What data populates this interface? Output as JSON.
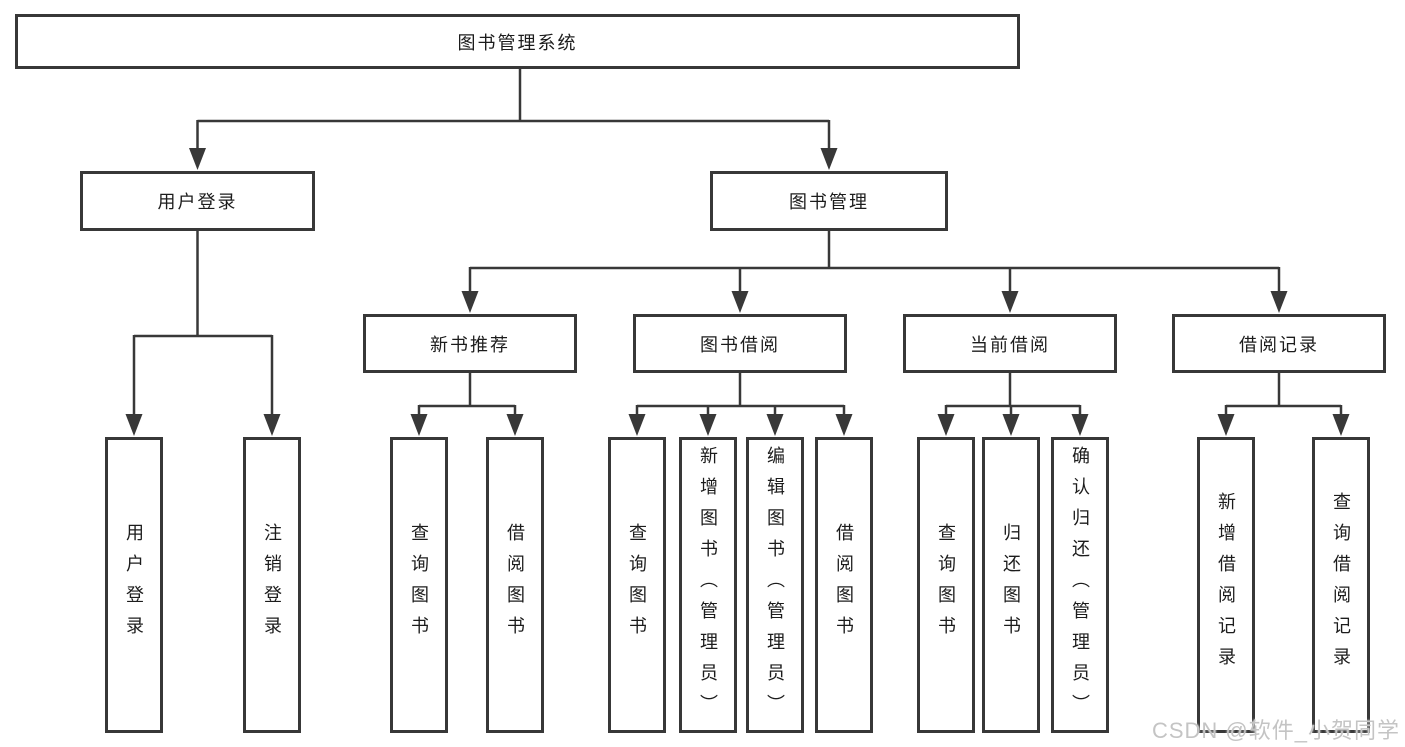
{
  "colors": {
    "line": "#383838",
    "box_border": "#383838",
    "box_background": "#ffffff",
    "text": "#1c1c1c",
    "watermark": "#c4c4c4"
  },
  "tree": {
    "root": {
      "label": "图书管理系统"
    },
    "level2": [
      {
        "label": "用户登录",
        "leaves": [
          {
            "label": "用户登录"
          },
          {
            "label": "注销登录"
          }
        ]
      },
      {
        "label": "图书管理",
        "sections": [
          {
            "label": "新书推荐",
            "leaves": [
              {
                "label": "查询图书"
              },
              {
                "label": "借阅图书"
              }
            ]
          },
          {
            "label": "图书借阅",
            "leaves": [
              {
                "label": "查询图书"
              },
              {
                "label": "新增图书（管理员）"
              },
              {
                "label": "编辑图书（管理员）"
              },
              {
                "label": "借阅图书"
              }
            ]
          },
          {
            "label": "当前借阅",
            "leaves": [
              {
                "label": "查询图书"
              },
              {
                "label": "归还图书"
              },
              {
                "label": "确认归还（管理员）"
              }
            ]
          },
          {
            "label": "借阅记录",
            "leaves": [
              {
                "label": "新增借阅记录"
              },
              {
                "label": "查询借阅记录"
              }
            ]
          }
        ]
      }
    ]
  },
  "watermark": {
    "text": "CSDN @软件_小贺同学"
  }
}
